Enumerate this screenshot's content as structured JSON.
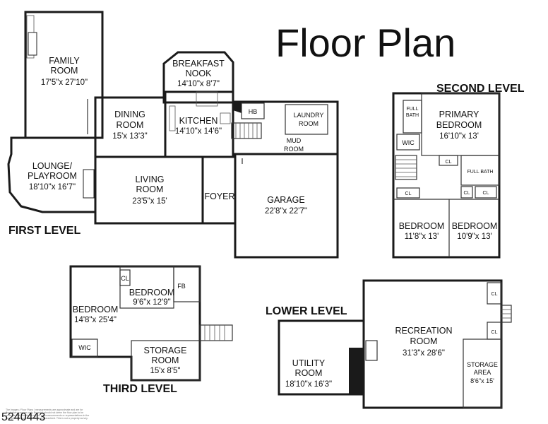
{
  "title": "Floor Plan",
  "listing_id": "5240443",
  "disclaimer": "The Images / Floor Plans / measurements are approximate and are for illustrative purposes only. Buyer(s) should not deem the floor plan to be accurate and should not rely on any measurements or representations in the floor plan. Measurements are not guaranteed. This is not a property survey.",
  "levels": {
    "first": "FIRST LEVEL",
    "second": "SECOND LEVEL",
    "third": "THIRD LEVEL",
    "lower": "LOWER LEVEL"
  },
  "rooms": {
    "family": {
      "name": "FAMILY ROOM",
      "line1": "FAMILY",
      "line2": "ROOM",
      "dim": "17'5\"x 27'10\""
    },
    "breakfast": {
      "line1": "BREAKFAST",
      "line2": "NOOK",
      "dim": "14'10\"x 8'7\""
    },
    "dining": {
      "line1": "DINING",
      "line2": "ROOM",
      "dim": "15'x 13'3\""
    },
    "kitchen": {
      "line1": "KITCHEN",
      "dim": "14'10\"x 14'6\""
    },
    "hb": {
      "label": "HB"
    },
    "laundry": {
      "line1": "LAUNDRY",
      "line2": "ROOM"
    },
    "mud": {
      "line1": "MUD",
      "line2": "ROOM"
    },
    "lounge": {
      "line1": "LOUNGE/",
      "line2": "PLAYROOM",
      "dim": "18'10\"x 16'7\""
    },
    "living": {
      "line1": "LIVING",
      "line2": "ROOM",
      "dim": "23'5\"x 15'"
    },
    "foyer": {
      "label": "FOYER"
    },
    "garage": {
      "line1": "GARAGE",
      "dim": "22'8\"x 22'7\""
    },
    "primary": {
      "line1": "PRIMARY",
      "line2": "BEDROOM",
      "dim": "16'10\"x 13'"
    },
    "full_bath_a": {
      "line1": "FULL",
      "line2": "BATH"
    },
    "wic_2": {
      "label": "WIC"
    },
    "full_bath_b": {
      "label": "FULL BATH"
    },
    "cl": {
      "label": "CL"
    },
    "bedroom_2a": {
      "line1": "BEDROOM",
      "dim": "11'8\"x 13'"
    },
    "bedroom_2b": {
      "line1": "BEDROOM",
      "dim": "10'9\"x 13'"
    },
    "bedroom_3a": {
      "line1": "BEDROOM",
      "dim": "14'8\"x 25'4\""
    },
    "bedroom_3b": {
      "line1": "BEDROOM",
      "dim": "9'6\"x 12'9\""
    },
    "fb": {
      "label": "FB"
    },
    "wic_3": {
      "label": "WIC"
    },
    "storage": {
      "line1": "STORAGE",
      "line2": "ROOM",
      "dim": "15'x 8'5\""
    },
    "utility": {
      "line1": "UTILITY",
      "line2": "ROOM",
      "dim": "18'10\"x 16'3\""
    },
    "recreation": {
      "line1": "RECREATION",
      "line2": "ROOM",
      "dim": "31'3\"x 28'6\""
    },
    "storage_area": {
      "line1": "STORAGE",
      "line2": "AREA",
      "dim": "8'6\"x 15'"
    }
  }
}
